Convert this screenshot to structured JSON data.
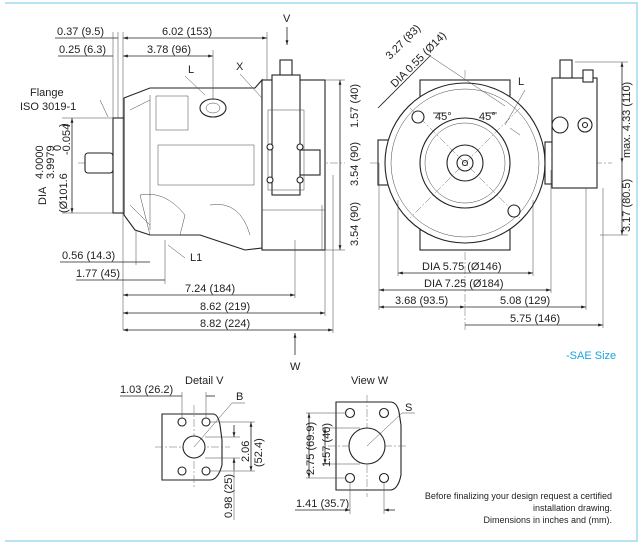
{
  "colors": {
    "frame": "#9fd8ef",
    "accent": "#1aa3e0",
    "line": "#222222"
  },
  "side_view": {
    "view_marker_v": "V",
    "flange_label": "Flange",
    "flange_standard": "ISO 3019-1",
    "port_l": "L",
    "port_x": "X",
    "port_l1": "L1",
    "dia_main": "DIA",
    "dia_upper": "4.0000",
    "dia_lower": "3.9979",
    "dia_metric": "(Ø101.6",
    "dia_tol_upper": "0",
    "dia_tol_lower": "-0.054",
    "dia_close": ")",
    "dims": {
      "d_037": "0.37 (9.5)",
      "d_602": "6.02 (153)",
      "d_025": "0.25 (6.3)",
      "d_378": "3.78 (96)",
      "d_157": "1.57 (40)",
      "d_354a": "3.54 (90)",
      "d_354b": "3.54 (90)",
      "d_056": "0.56 (14.3)",
      "d_177": "1.77 (45)",
      "d_724": "7.24 (184)",
      "d_862": "8.62 (219)",
      "d_882": "8.82 (224)"
    },
    "view_marker_w": "W"
  },
  "front_view": {
    "port_l": "L",
    "angle_left": "45°",
    "angle_right": "45°",
    "dims": {
      "d_327": "3.27 (83)",
      "d_dia055": "DIA 0.55 (Ø14)",
      "d_max433": "max. 4.33 (110)",
      "d_317": "3.17 (80.5)",
      "d_dia575": "DIA 5.75 (Ø146)",
      "d_dia725": "DIA 7.25 (Ø184)",
      "d_368": "3.68 (93.5)",
      "d_508": "5.08 (129)",
      "d_575": "5.75 (146)"
    }
  },
  "sae_label": "-SAE Size",
  "detail_v": {
    "title": "Detail V",
    "port_b": "B",
    "d_103": "1.03 (26.2)",
    "d_206": "2.06",
    "d_524": "(52.4)",
    "d_098": "0.98 (25)"
  },
  "view_w": {
    "title": "View W",
    "port_s": "S",
    "d_275": "2.75 (69.9)",
    "d_157": "1.57 (40)",
    "d_141": "1.41 (35.7)"
  },
  "notes": [
    "Before finalizing your design request a certified",
    "installation drawing.",
    "Dimensions in inches and (mm)."
  ]
}
